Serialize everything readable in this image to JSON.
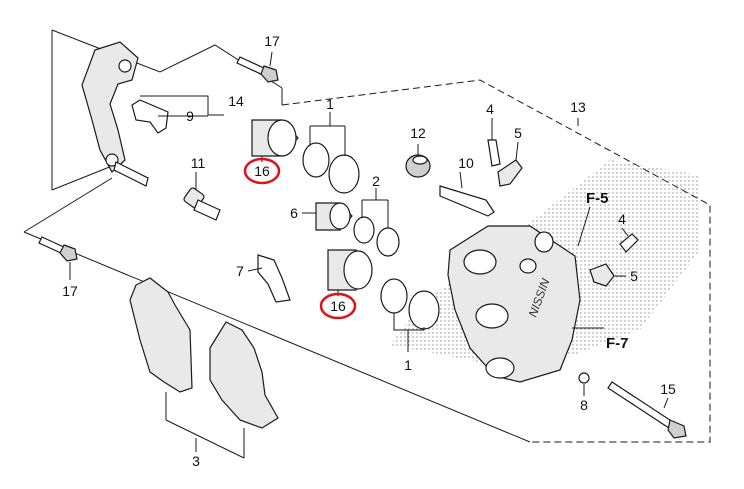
{
  "diagram": {
    "callouts": {
      "c1a": "1",
      "c1b": "1",
      "c2": "2",
      "c3": "3",
      "c4a": "4",
      "c4b": "4",
      "c5a": "5",
      "c5b": "5",
      "c6": "6",
      "c7": "7",
      "c8": "8",
      "c9": "9",
      "c10": "10",
      "c11": "11",
      "c12": "12",
      "c13": "13",
      "c14": "14",
      "c15": "15",
      "c16a": "16",
      "c16b": "16",
      "c17a": "17",
      "c17b": "17"
    },
    "references": {
      "f5": "F-5",
      "f7": "F-7"
    },
    "caliper_marking": "NISSIN",
    "colors": {
      "highlight": "#e0101a",
      "line": "#1a1a1a",
      "stipple": "#8a8a8a"
    }
  }
}
